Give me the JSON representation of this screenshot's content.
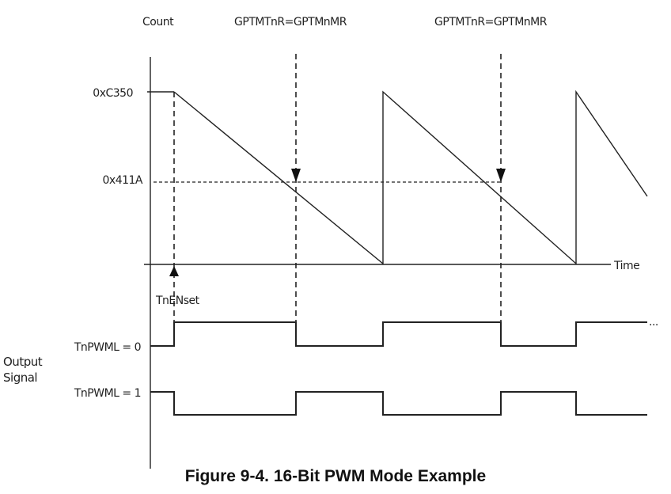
{
  "figure": {
    "caption": "Figure 9-4. 16-Bit PWM Mode Example",
    "y_axis_label": "Count",
    "x_axis_label": "Time",
    "load_value_label": "0xC350",
    "match_value_label": "0x411A",
    "match_event_labels": [
      "GPTMTnR=GPTMnMR",
      "GPTMTnR=GPTMnMR"
    ],
    "enable_label": "TnENset",
    "output_group_label_line1": "Output",
    "output_group_label_line2": "Signal",
    "signal_labels": [
      "TnPWML = 0",
      "TnPWML = 1"
    ],
    "continuation": "..."
  }
}
